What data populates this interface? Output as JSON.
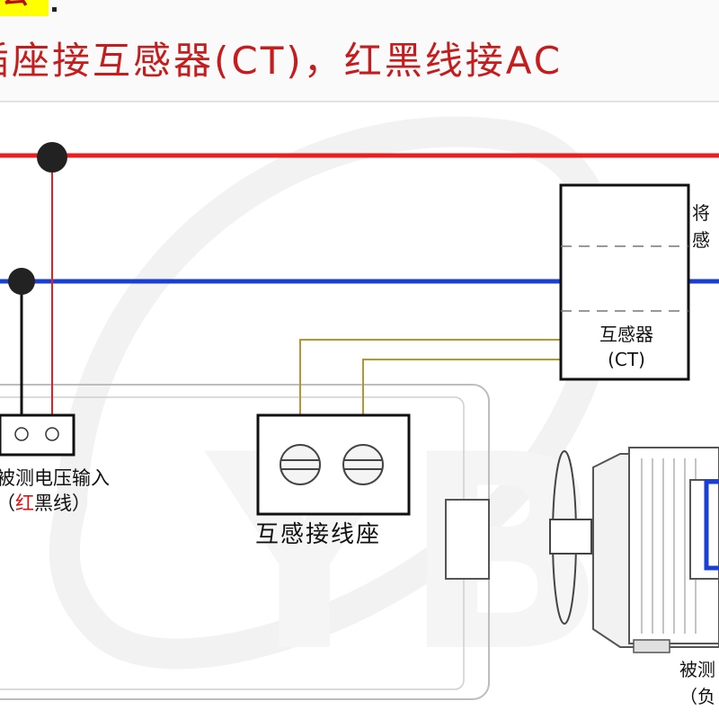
{
  "header": {
    "heading_fragment": "公",
    "title": "插座接互感器(CT)，红黑线接AC"
  },
  "wires": {
    "line_color": "#ee1c1c",
    "neutral_color": "#1a3fd6",
    "ct_signal_color": "#b9962d"
  },
  "ct_box": {
    "label": "互感器",
    "sublabel": "(CT)",
    "side_text_line1": "将",
    "side_text_line2": "感"
  },
  "voltage_input": {
    "label": "被测电压输入",
    "sublabel_open": "（",
    "sublabel_red": "红",
    "sublabel_black": "黑线",
    "sublabel_close": "）"
  },
  "ct_socket": {
    "label": "互感接线座"
  },
  "load": {
    "label_line1": "被测",
    "label_line2": "（负"
  },
  "watermark": {
    "text": "YB"
  }
}
